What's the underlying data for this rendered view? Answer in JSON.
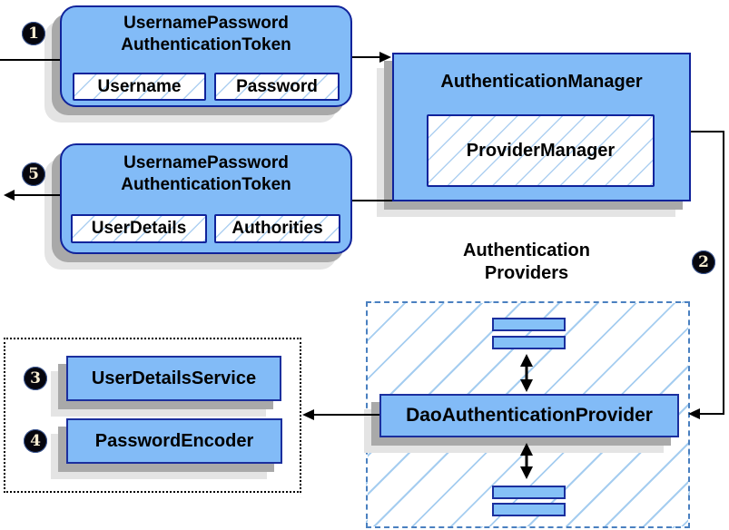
{
  "nodes": {
    "request_token": {
      "title_line1": "UsernamePassword",
      "title_line2": "AuthenticationToken",
      "field1": "Username",
      "field2": "Password"
    },
    "authentication_manager": {
      "title": "AuthenticationManager",
      "inner": "ProviderManager"
    },
    "response_token": {
      "title_line1": "UsernamePassword",
      "title_line2": "AuthenticationToken",
      "field1": "UserDetails",
      "field2": "Authorities"
    },
    "providers_group": {
      "title_line1": "Authentication",
      "title_line2": "Providers"
    },
    "dao_authentication_provider": {
      "label": "DaoAuthenticationProvider"
    },
    "user_details_service": {
      "label": "UserDetailsService"
    },
    "password_encoder": {
      "label": "PasswordEncoder"
    }
  },
  "steps": {
    "step1": "1",
    "step2": "2",
    "step3": "3",
    "step4": "4",
    "step5": "5"
  },
  "colors": {
    "node_fill": "#82bbf7",
    "node_border": "#10239b",
    "hatch_line": "#aed0f1",
    "dashed_border": "#4a80c0",
    "shadow_dark": "#a9a9a9",
    "shadow_light": "#e4e4e4",
    "arrow": "#000000",
    "step_circle_fill": "#06060e",
    "step_digit": "#f7edd2"
  }
}
